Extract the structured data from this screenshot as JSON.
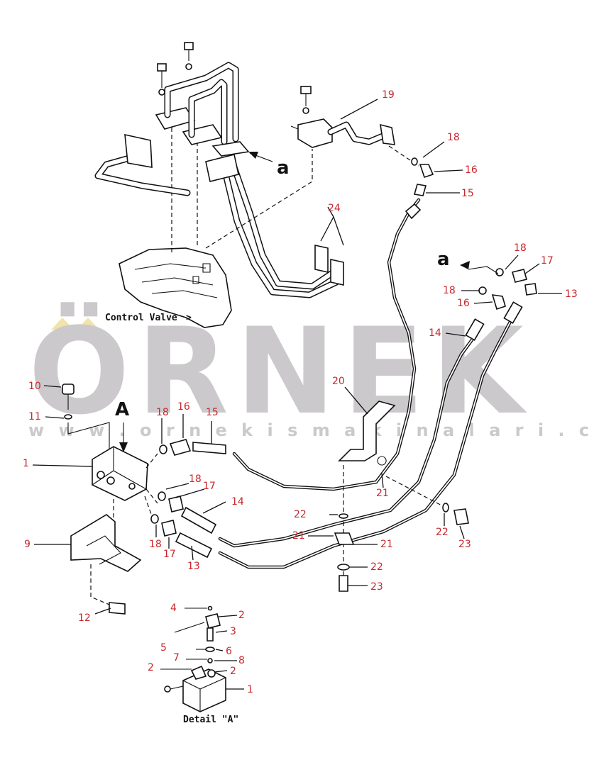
{
  "watermark": {
    "brand": "ÖRNEK",
    "url": "w w w . o r n e k i s m a k i n a l a r i . c o m . t r",
    "color": "#c9c7ca",
    "accent": "#f0e2a8"
  },
  "labels": {
    "control_valve": "Control Valve",
    "detail_a": "Detail \"A\"",
    "view_a_upper": "a",
    "view_a_lower": "a",
    "view_A": "A"
  },
  "callout_color": "#c8282d",
  "callouts": {
    "c19": "19",
    "c18a": "18",
    "c16a": "16",
    "c15a": "15",
    "c24": "24",
    "c18b": "18",
    "c17a": "17",
    "c18c": "18",
    "c16b": "16",
    "c13a": "13",
    "c14a": "14",
    "c10": "10",
    "c11": "11",
    "c1": "1",
    "c18d": "18",
    "c16c": "16",
    "c15b": "15",
    "c20": "20",
    "c18e": "18",
    "c17b": "17",
    "c14b": "14",
    "c21a": "21",
    "c22a": "22",
    "c23a": "23",
    "c9": "9",
    "c18f": "18",
    "c17c": "17",
    "c13b": "13",
    "c22b": "22",
    "c21b": "21",
    "c21c": "21",
    "c22c": "22",
    "c23b": "23",
    "c12": "12",
    "c4": "4",
    "c2a": "2",
    "c3": "3",
    "c5": "5",
    "c6": "6",
    "c7": "7",
    "c8": "8",
    "c2b": "2",
    "c2c": "2",
    "c1b": "1"
  }
}
